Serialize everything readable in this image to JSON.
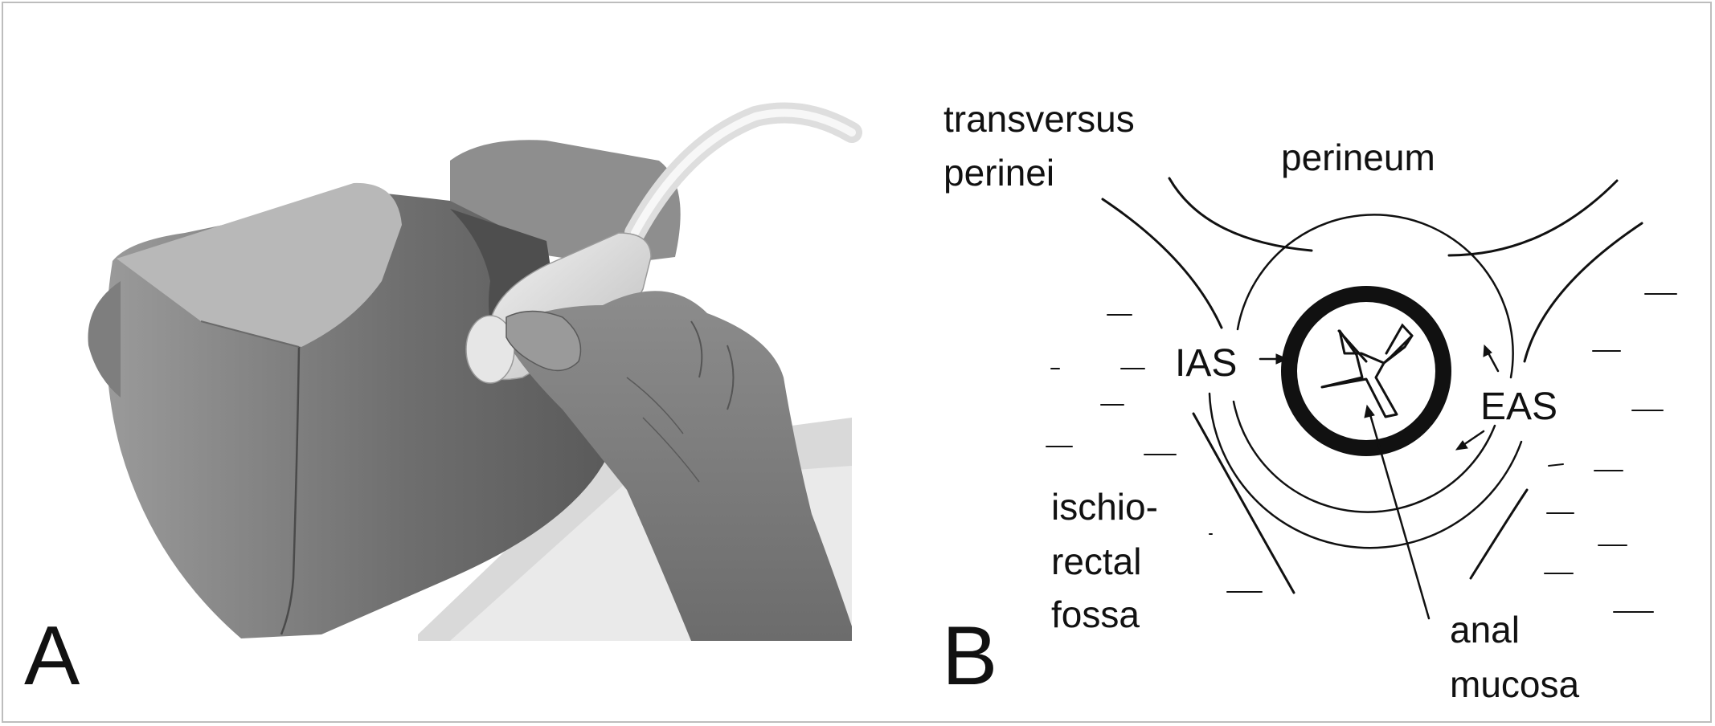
{
  "panels": {
    "a": {
      "letter": "A"
    },
    "b": {
      "letter": "B",
      "labels": {
        "transversus_line1": "transversus",
        "transversus_line2": "perinei",
        "perineum": "perineum",
        "ias": "IAS",
        "eas": "EAS",
        "ischio_line1": "ischio-",
        "ischio_line2": "rectal",
        "ischio_line3": "fossa",
        "anal_line1": "anal",
        "anal_line2": "mucosa"
      }
    }
  },
  "colors": {
    "ink": "#111111",
    "frame": "#bdbdbd",
    "background": "#ffffff"
  }
}
